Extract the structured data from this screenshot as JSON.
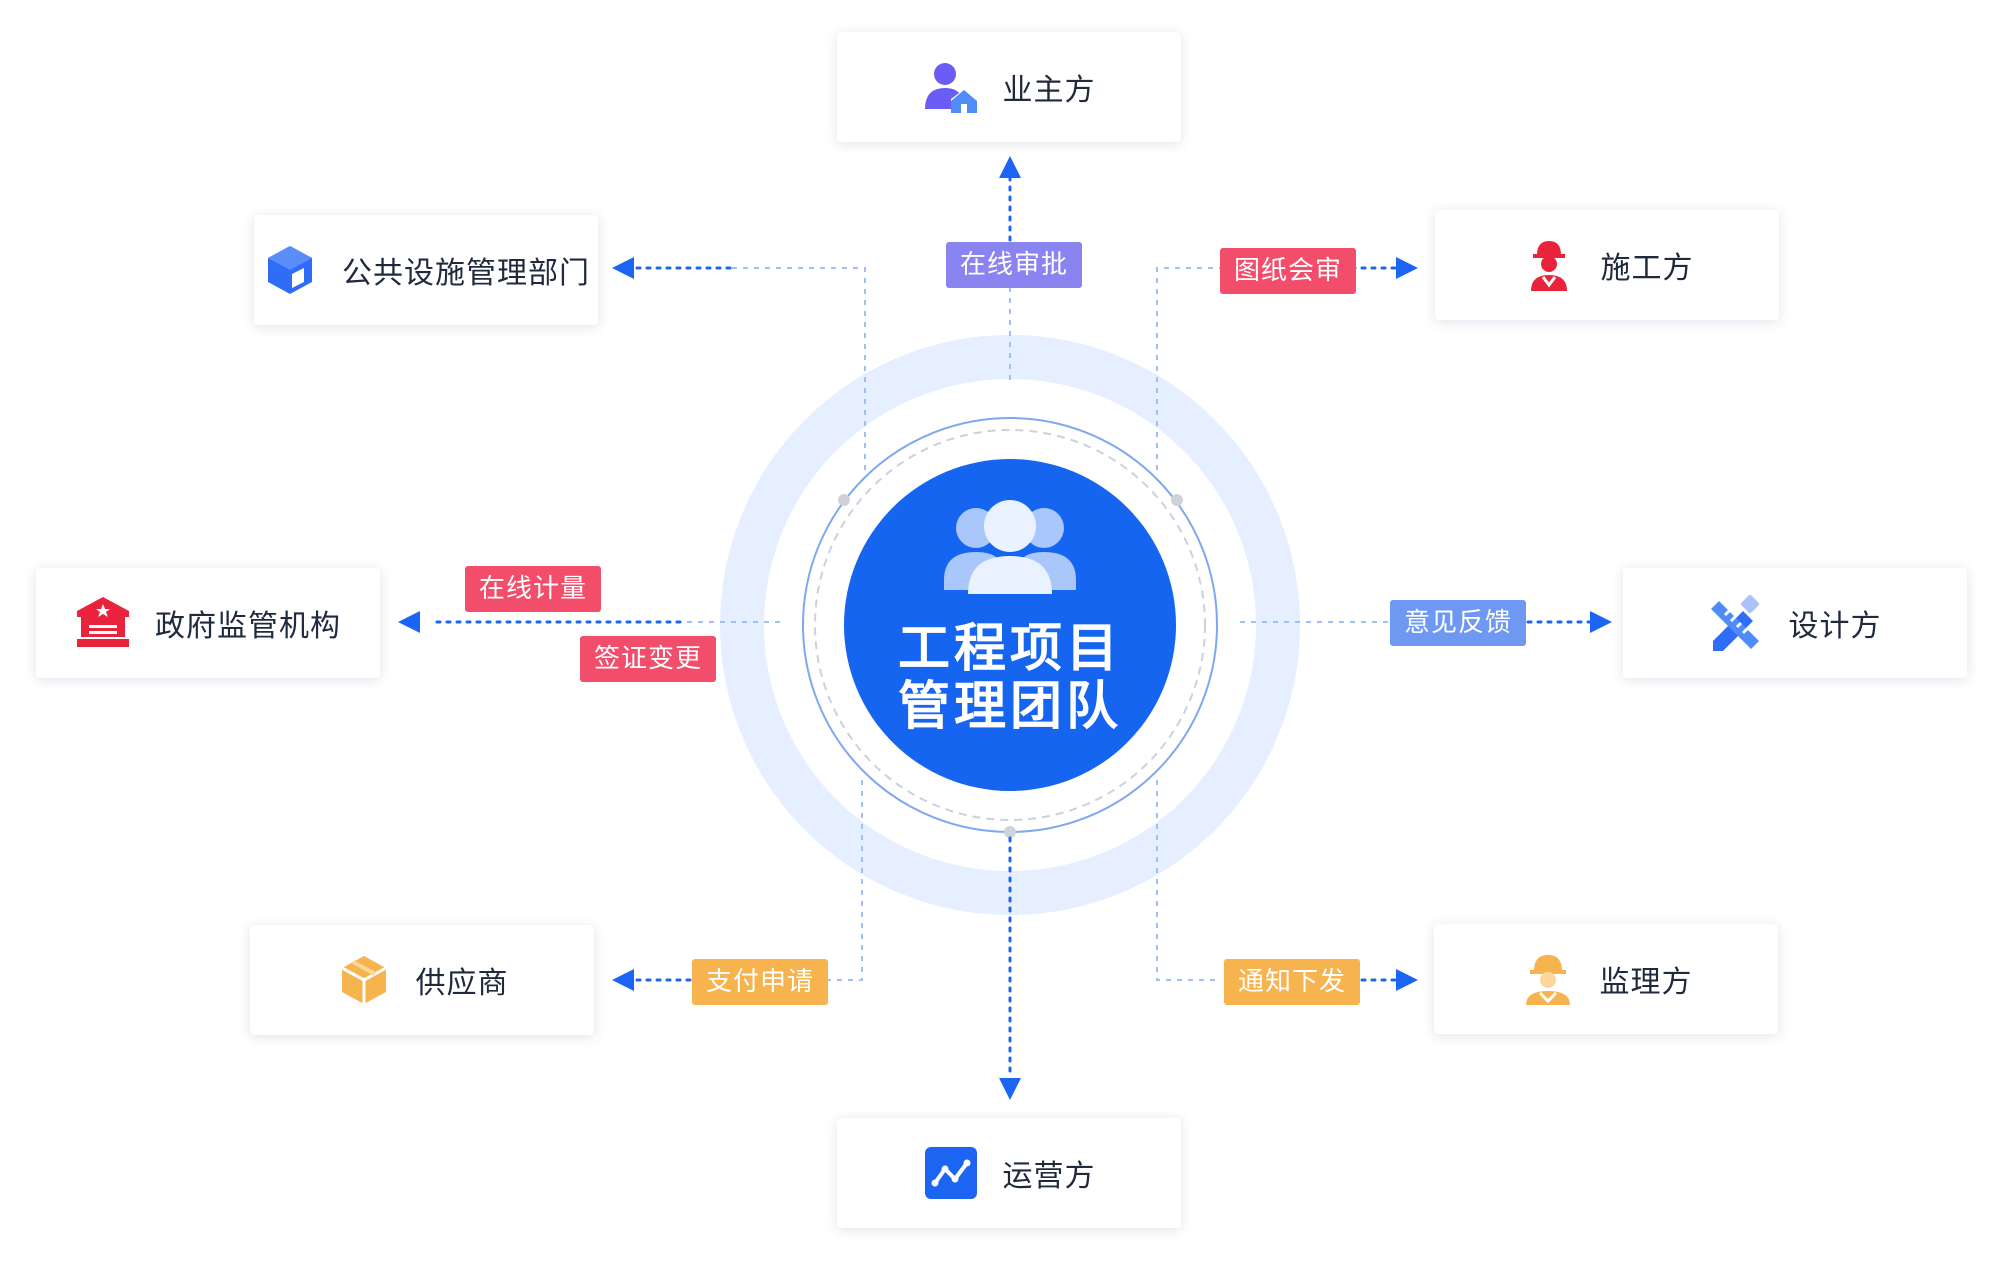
{
  "center": {
    "line1": "工程项目",
    "line2": "管理团队",
    "icon": "team-icon"
  },
  "nodes": {
    "owner": {
      "label": "业主方",
      "icon": "owner-person-home-icon",
      "color": "#6b5cf5"
    },
    "public_facilities": {
      "label": "公共设施管理部门",
      "icon": "cube-icon",
      "color": "#2f6df6"
    },
    "construction": {
      "label": "施工方",
      "icon": "construction-worker-icon",
      "color": "#e8233b"
    },
    "government": {
      "label": "政府监管机构",
      "icon": "government-building-icon",
      "color": "#e8233b"
    },
    "design": {
      "label": "设计方",
      "icon": "ruler-pencil-icon",
      "color": "#2f6df6"
    },
    "supplier": {
      "label": "供应商",
      "icon": "box-icon",
      "color": "#f7b34d"
    },
    "supervision": {
      "label": "监理方",
      "icon": "hardhat-worker-icon",
      "color": "#f7b34d"
    },
    "operation": {
      "label": "运营方",
      "icon": "trend-chart-icon",
      "color": "#1c64f2"
    }
  },
  "tags": {
    "online_approval": {
      "label": "在线审批",
      "color": "#8a84f0"
    },
    "drawing_review": {
      "label": "图纸会审",
      "color": "#f24d6a"
    },
    "online_measure": {
      "label": "在线计量",
      "color": "#f24d6a"
    },
    "visa_change": {
      "label": "签证变更",
      "color": "#f24d6a"
    },
    "feedback": {
      "label": "意见反馈",
      "color": "#6f98f3"
    },
    "payment_request": {
      "label": "支付申请",
      "color": "#f7b34d"
    },
    "notice_issue": {
      "label": "通知下发",
      "color": "#f7b34d"
    }
  },
  "colors": {
    "primary": "#1565f0",
    "arrow": "#1c64f2",
    "dotted_line": "#9fc0f5",
    "ring_outer": "#e6efff",
    "ring_inner": "#7fa8f0"
  }
}
